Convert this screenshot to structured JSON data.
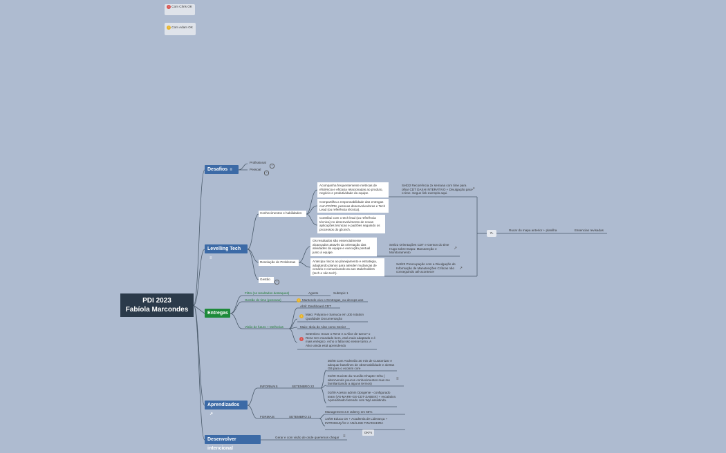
{
  "notes": {
    "chris": "Com Chris OK",
    "adam": "Com Adam OK"
  },
  "root": {
    "line1": "PDI 2023",
    "line2": "Fabíola Marcondes"
  },
  "topics": {
    "desafios": "Desafios",
    "levelling": "Levelling Tech",
    "entregas": "Entregas",
    "aprendizados": "Aprendizados",
    "desenvolver": "Desenvolver intencional"
  },
  "desafios": {
    "profissional": "Profissional",
    "pessoal": "Pessoal"
  },
  "levelling": {
    "conhecimentos": "Conhecimentos e habilidades",
    "box1": "Acompanha frequentemente métricas de eficiência e eficácia relacionadas ao produto, negócio e produtividade da equipe.",
    "box2": "Compartilha a responsabilidade das entregas com PO/PM, pessoas desenvolvedoras e Tech Lead (ou referência técnica).",
    "box3": "Contribui com o tech lead (ou referência técnica) no desenvolvimento de novas aplicações técnicas e padrões seguindo os processos do gb.tech.",
    "comment1": "Set/22 Recorrência 2x semana com time para olhar CDT DASH INTERATIVO + Divulgação para o time. Segue link exemplo aqui.",
    "resolucao": "Resolução de Problemas",
    "box4": "Os resultados são essencialmente alcançados através da orientação das atividades da equipe e execução pontual junto à equipe.",
    "box5": "Antecipa riscos ao planejamento e estratégia, adaptando planos para atender mudanças de cenário e comunicando-as aos stakeholders (tech e não tech).",
    "comment2": "Set/22 Orientações CDT e Gerson do time Hugo sobre Etapa: Manutenção e Monitoramento",
    "comment3": "Set/22 Preocupação com a Divulgação de Informação de Manutenções Críticas não conseguindo até acontecer",
    "gestao": "Gestão",
    "badge": "7L",
    "rucar": "Rucar do mapa anterior + planilha",
    "essencias": "Essencias revisadas"
  },
  "entregas": {
    "filtro": "Filtro (os resultados destaques)",
    "agosto": "Agosto",
    "subtopic": "Subtopic 1",
    "gestao_time": "Gestão do time (pessoas)",
    "mantendo": "Mantendo vivo o #entregas_ou-devops-aos",
    "visao": "Visão de futuro + Melhorias",
    "abril": "Abril: Dashboard CDT",
    "maio": "Maio: Polyana e Samuca em Job rotation Qualidade Documentação",
    "maio2": "Maio: Ideia do Alan como Senior",
    "setembro": "Setembro: trocar o Rene e a Alice de turno? o Rene tem mandado bem, está mais adaptado e é mais enérgico. Acho o falta isso nesse turno. A Alice ainda está aprendendo"
  },
  "aprendizados": {
    "informais": "INFORMAIS",
    "setembro22": "SETEMBRO 22",
    "item1": "30/08 Com Andrezão 30 min de Customizar e adequar baselines de observabilidade e alertas GB para o ecomm core",
    "item2": "01/09 Ouvinte da reunião Chapter Infra ( absorvendo poucos conhecimentos mas me familiarizando a alguns termos)",
    "item3": "01/09 Acesso admin Opsgenie - configurado team (VS-MARK-GS-CDT-ZABBIX) + escalation. Aprendizado fazendo com Wyl assistindo.",
    "formais": "FORMAIS",
    "setembro22b": "SETEMBRO 22",
    "management": "Management 3.0 Udemy em 65%",
    "educa": "14/09 Educa On + Academia de Liderança + INTRODUÇÃO A ANÁLISE FINANCEIRA",
    "okrs": "OKFs"
  },
  "desenvolver": {
    "gerar": "Gerar e com visão de onde queremos chegar"
  }
}
